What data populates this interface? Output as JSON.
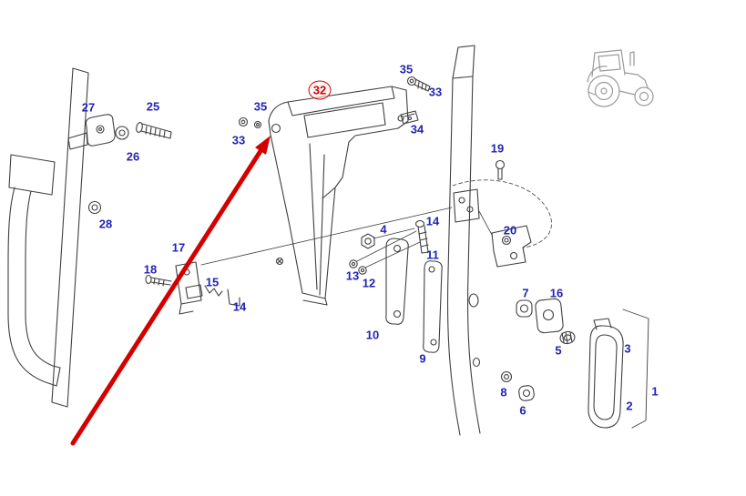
{
  "page": {
    "type": "exploded-parts-diagram",
    "background": "#ffffff"
  },
  "colors": {
    "label_blue": "#2323b4",
    "highlight_red": "#d40000",
    "line_dark": "#3f3f3f",
    "icon_gray": "#9a9a9a"
  },
  "highlight": {
    "part": "32"
  },
  "icons": {
    "tractor": "tractor-icon"
  },
  "labels": [
    {
      "text": "27"
    },
    {
      "text": "25"
    },
    {
      "text": "26"
    },
    {
      "text": "28"
    },
    {
      "text": "35"
    },
    {
      "text": "33"
    },
    {
      "text": "32",
      "highlighted": true
    },
    {
      "text": "35"
    },
    {
      "text": "33"
    },
    {
      "text": "34"
    },
    {
      "text": "19"
    },
    {
      "text": "17"
    },
    {
      "text": "18"
    },
    {
      "text": "15"
    },
    {
      "text": "14"
    },
    {
      "text": "13"
    },
    {
      "text": "12"
    },
    {
      "text": "4"
    },
    {
      "text": "14"
    },
    {
      "text": "11"
    },
    {
      "text": "20"
    },
    {
      "text": "10"
    },
    {
      "text": "9"
    },
    {
      "text": "7"
    },
    {
      "text": "16"
    },
    {
      "text": "5"
    },
    {
      "text": "3"
    },
    {
      "text": "8"
    },
    {
      "text": "6"
    },
    {
      "text": "2"
    },
    {
      "text": "1"
    }
  ]
}
